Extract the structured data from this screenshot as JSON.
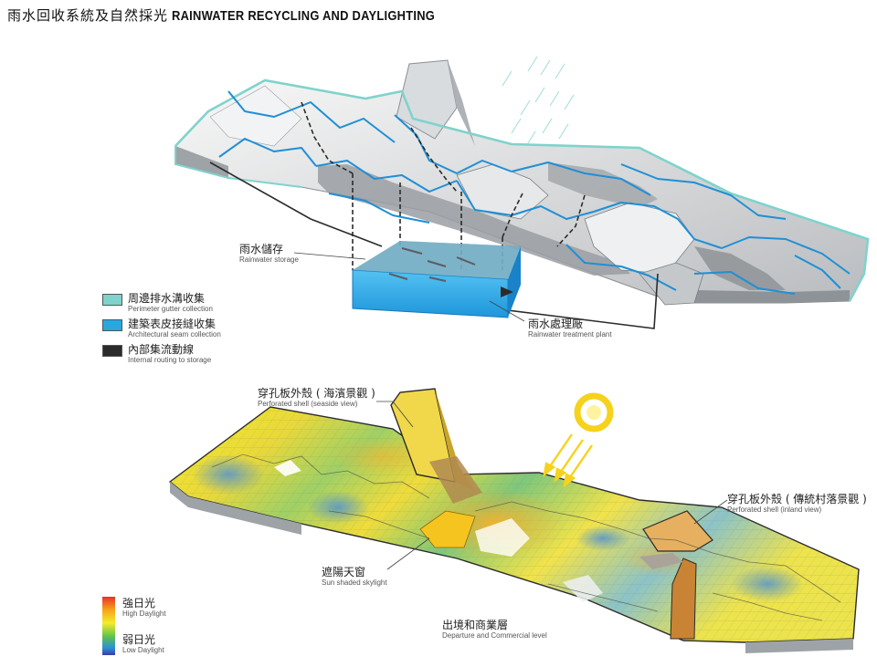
{
  "title": {
    "zh": "雨水回收系統及自然採光",
    "en": "RAINWATER RECYCLING AND DAYLIGHTING"
  },
  "labels": {
    "storage": {
      "zh": "雨水儲存",
      "en": "Rainwater storage"
    },
    "treatment": {
      "zh": "雨水處理廠",
      "en": "Rainwater treatment plant"
    },
    "shell_seaside": {
      "zh": "穿孔板外殼 ( 海濱景觀 )",
      "en": "Perforated shell (seaside view)"
    },
    "shell_inland": {
      "zh": "穿孔板外殼 ( 傳統村落景觀 )",
      "en": "Perforated shell (inland view)"
    },
    "skylight": {
      "zh": "遮陽天窗",
      "en": "Sun shaded skylight"
    },
    "level": {
      "zh": "出境和商業層",
      "en": "Departure and Commercial level"
    }
  },
  "legend": [
    {
      "zh": "周邊排水溝收集",
      "en": "Perimeter gutter collection",
      "color": "#7fd3cc"
    },
    {
      "zh": "建築表皮接縫收集",
      "en": "Architectural seam collection",
      "color": "#29a8e0"
    },
    {
      "zh": "內部集流動線",
      "en": "Internal routing to storage",
      "color": "#2b2b2b"
    }
  ],
  "daylight_scale": {
    "high": {
      "zh": "強日光",
      "en": "High Daylight"
    },
    "low": {
      "zh": "弱日光",
      "en": "Low Daylight"
    }
  },
  "colors": {
    "gutter": "#7fd3cc",
    "seam": "#29a8e0",
    "routing": "#2b2b2b",
    "water": "#2aa8e8",
    "sun": "#f6d21c"
  }
}
